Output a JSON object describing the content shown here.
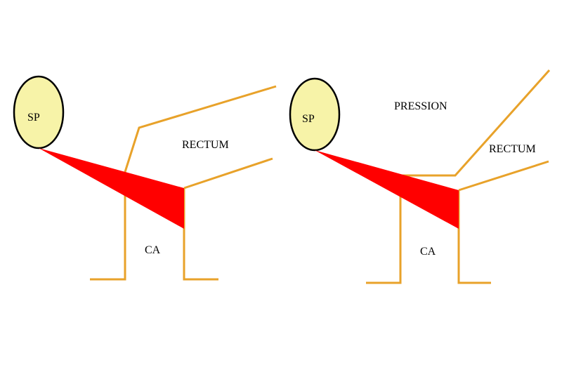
{
  "left_panel": {
    "bone_label": "SP",
    "rectum_label": "RECTUM",
    "canal_label": "CA"
  },
  "right_panel": {
    "bone_label": "SP",
    "pressure_label": "PRESSION",
    "rectum_label": "RECTUM",
    "canal_label": "CA"
  },
  "colors": {
    "bone_fill": "#f7f3a8",
    "bone_stroke": "#000000",
    "muscle": "#ff0000",
    "outline": "#e8a22a",
    "text": "#000000"
  }
}
